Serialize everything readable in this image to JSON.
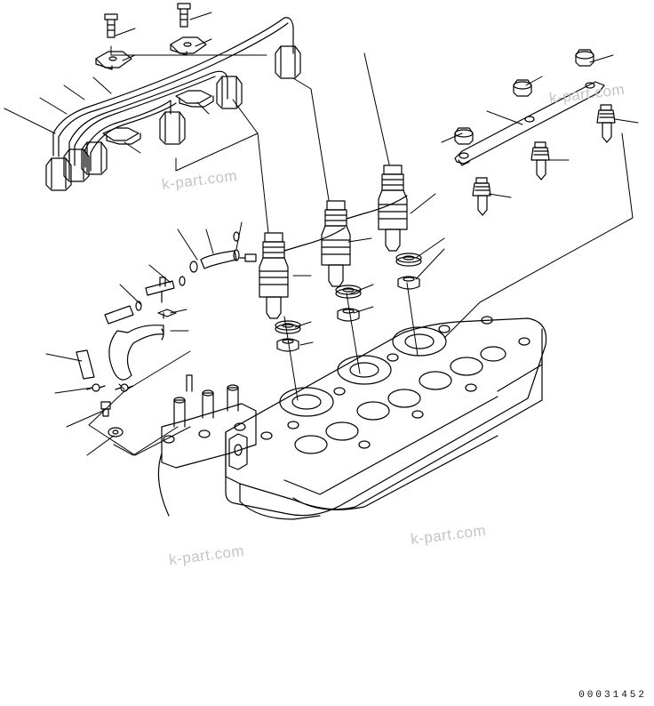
{
  "watermarks": [
    "k-part.com",
    "k-part.com",
    "k-part.com",
    "k-part.com"
  ],
  "drawing_number": "00031452",
  "colors": {
    "line": "#000000",
    "watermark": "#c4c4c4",
    "background": "#ffffff"
  }
}
